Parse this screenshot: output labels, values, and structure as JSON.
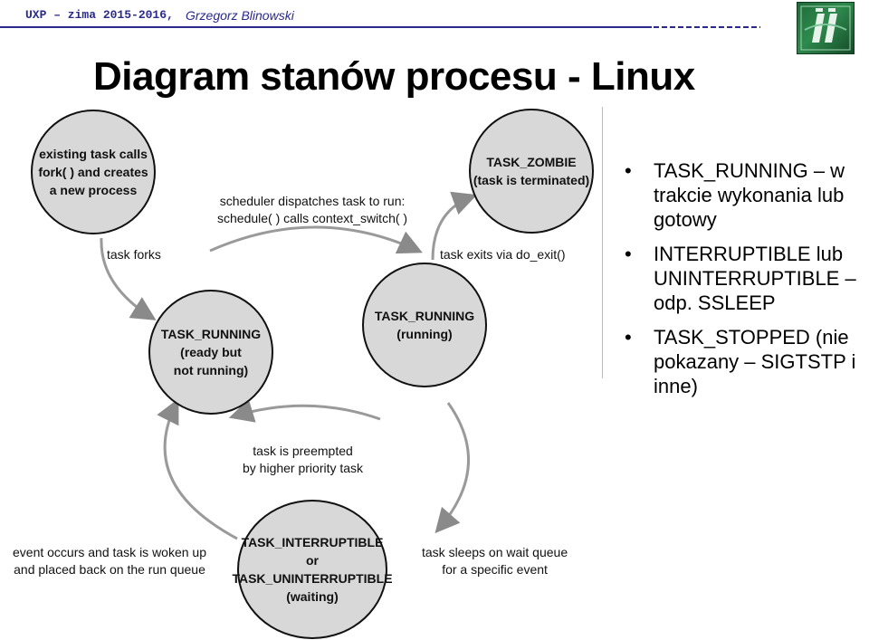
{
  "header": {
    "course": "UXP – zima 2015-2016,",
    "author": "Grzegorz Blinowski"
  },
  "logo_icon": "ii-logo-icon",
  "title": "Diagram stanów procesu - Linux",
  "diagram": {
    "states": {
      "new": [
        "existing task calls",
        "fork( ) and creates",
        "a new process"
      ],
      "zombie": [
        "TASK_ZOMBIE",
        "(task is terminated)"
      ],
      "ready": [
        "TASK_RUNNING",
        "(ready but",
        "not running)"
      ],
      "running": [
        "TASK_RUNNING",
        "(running)"
      ],
      "waiting": [
        "TASK_INTERRUPTIBLE",
        "or",
        "TASK_UNINTERRUPTIBLE",
        "(waiting)"
      ]
    },
    "labels": {
      "dispatch": [
        "scheduler dispatches task to run:",
        "schedule( ) calls context_switch( )"
      ],
      "forks": "task forks",
      "exit": "task exits via do_exit()",
      "preempt": [
        "task is preempted",
        "by  higher priority task"
      ],
      "wake": [
        "event occurs and task is woken up",
        "and placed back on the run queue"
      ],
      "sleep": [
        "task sleeps on wait queue",
        "for a specific event"
      ]
    }
  },
  "bullets": [
    "TASK_RUNNING – w trakcie wykonania lub gotowy",
    "INTERRUPTIBLE lub UNINTERRUPTIBLE – odp. SSLEEP",
    "TASK_STOPPED (nie pokazany – SIGTSTP i inne)"
  ],
  "colors": {
    "header": "#2a2a8c",
    "state_fill": "#d8d8d8",
    "logo": "#1f6b3a"
  }
}
